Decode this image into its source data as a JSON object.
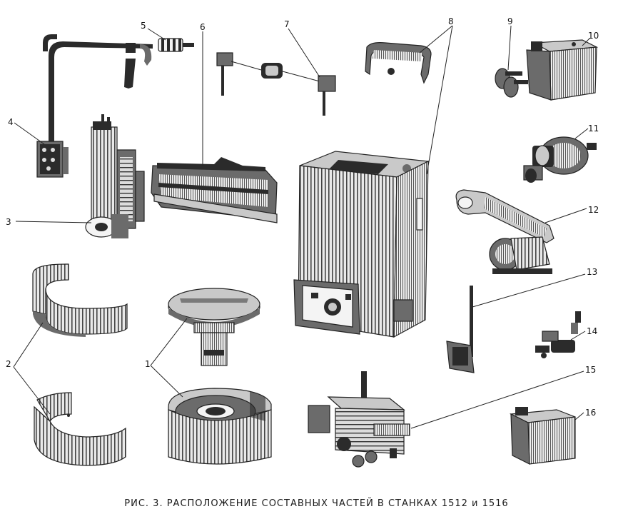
{
  "figure": {
    "caption": "РИС. 3.   РАСПОЛОЖЕНИЕ СОСТАВНЫХ ЧАСТЕЙ В СТАНКАХ 1512 и 1516",
    "labels": [
      "1",
      "2",
      "3",
      "4",
      "5",
      "6",
      "7",
      "8",
      "9",
      "10",
      "11",
      "12",
      "13",
      "14",
      "15",
      "16"
    ]
  }
}
